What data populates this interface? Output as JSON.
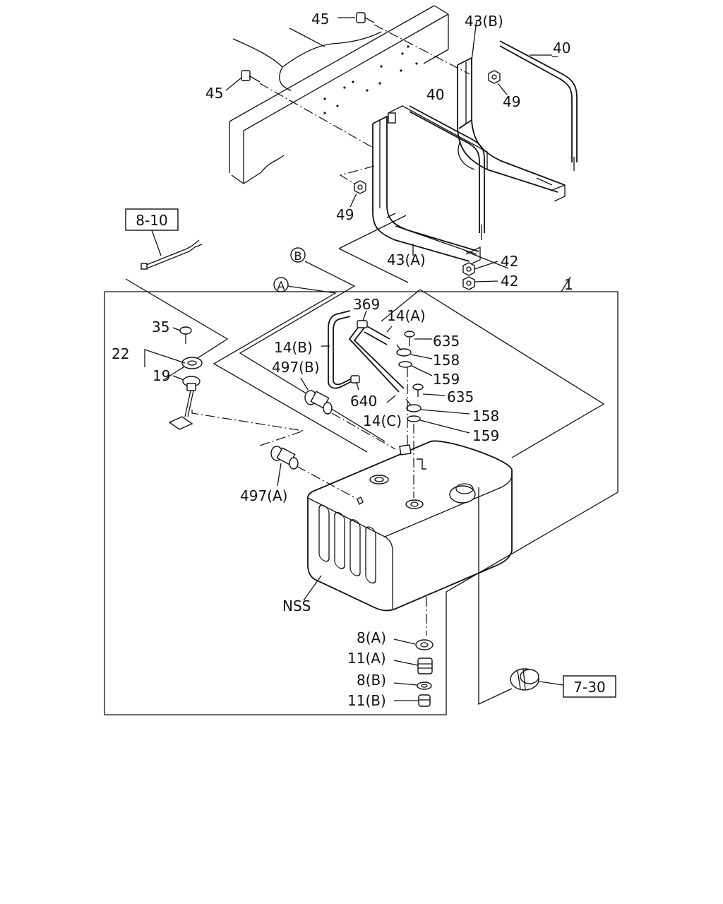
{
  "callouts": {
    "c45a": "45",
    "c45b": "45",
    "c43b": "43(B)",
    "c40a": "40",
    "c40b": "40",
    "c49a": "49",
    "c49b": "49",
    "c43a": "43(A)",
    "c42a": "42",
    "c42b": "42",
    "c1": "1",
    "c369": "369",
    "c14a": "14(A)",
    "c14b": "14(B)",
    "c635a": "635",
    "c158a": "158",
    "c159a": "159",
    "c635b": "635",
    "c158b": "158",
    "c159b": "159",
    "c35": "35",
    "c22": "22",
    "c19": "19",
    "c497b": "497(B)",
    "c640": "640",
    "c14c": "14(C)",
    "c497a": "497(A)",
    "nss": "NSS",
    "c8a": "8(A)",
    "c11a": "11(A)",
    "c8b": "8(B)",
    "c11b": "11(B)"
  },
  "circled": {
    "a": "A",
    "b": "B"
  },
  "refs": {
    "r810": "8-10",
    "r730": "7-30"
  }
}
